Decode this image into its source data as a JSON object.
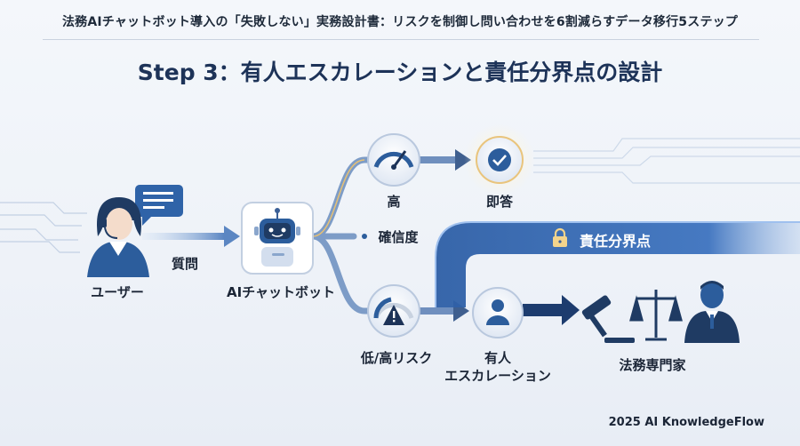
{
  "header": {
    "title": "法務AIチャットボット導入の「失敗しない」実務設計書：リスクを制御し問い合わせを6割減らすデータ移行5ステップ",
    "step_title": "Step 3：有人エスカレーションと責任分界点の設計"
  },
  "nodes": {
    "user": "ユーザー",
    "question": "質問",
    "chatbot": "AIチャットボット",
    "confidence": "確信度",
    "high": "高",
    "instant_answer": "即答",
    "low_high_risk": "低/高リスク",
    "escalation_line1": "有人",
    "escalation_line2": "エスカレーション",
    "legal_expert": "法務専門家",
    "responsibility_boundary": "責任分界点"
  },
  "footer": "2025 AI KnowledgeFlow",
  "colors": {
    "navy": "#1d3358",
    "blue": "#2c5d9c",
    "band": "#3c6fb5",
    "gold": "#f2c46a"
  }
}
